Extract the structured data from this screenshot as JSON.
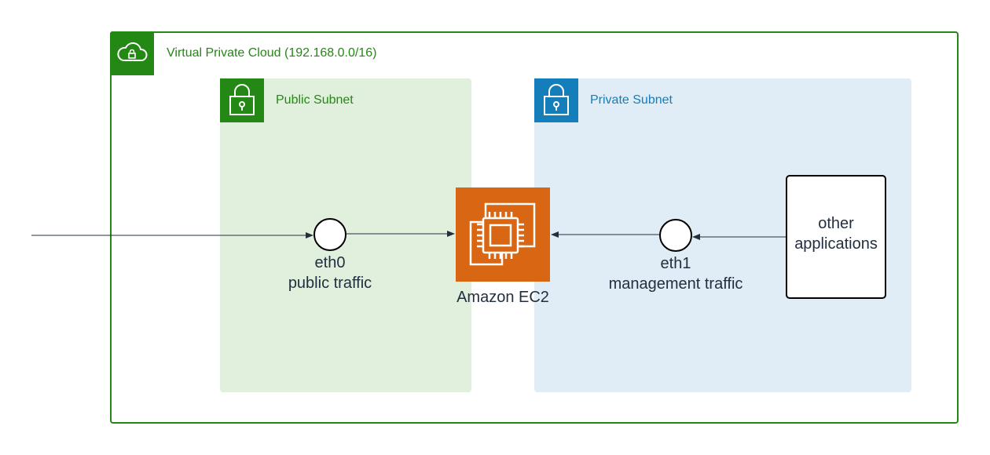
{
  "vpc": {
    "label": "Virtual Private Cloud (192.168.0.0/16)",
    "icon": "cloud-lock-icon",
    "color": "#248814"
  },
  "public_subnet": {
    "label": "Public Subnet",
    "icon": "padlock-icon",
    "color": "#248814",
    "fill": "#e1efdd"
  },
  "private_subnet": {
    "label": "Private Subnet",
    "icon": "padlock-icon",
    "color": "#147eba",
    "fill": "#e0edf6"
  },
  "ec2": {
    "label": "Amazon EC2",
    "icon": "ec2-chip-icon",
    "color": "#d86613"
  },
  "eth0": {
    "name": "eth0",
    "description": "public traffic"
  },
  "eth1": {
    "name": "eth1",
    "description": "management traffic"
  },
  "apps": {
    "line1": "other",
    "line2": "applications"
  }
}
